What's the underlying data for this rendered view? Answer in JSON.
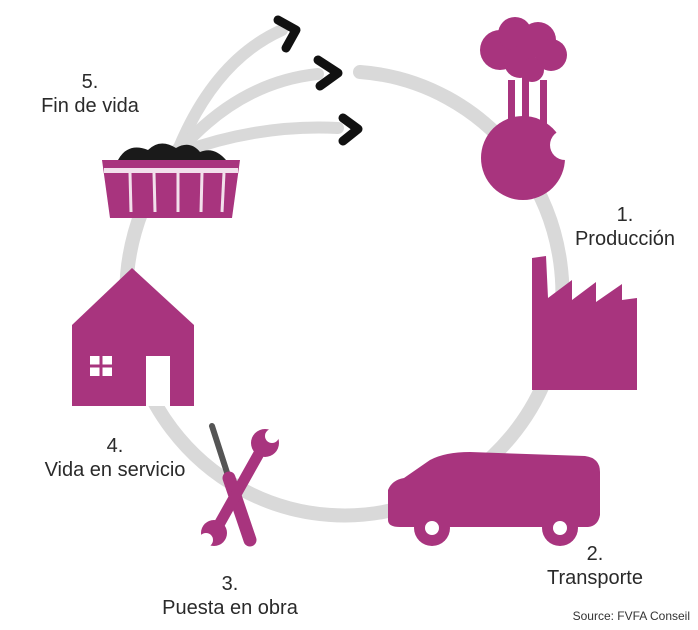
{
  "colors": {
    "accent": "#a8347e",
    "ring": "#d9d9d9",
    "arrowhead": "#111111",
    "text": "#2a2a2a"
  },
  "stages": [
    {
      "number": "1.",
      "name": "Producción",
      "icon": "tree-and-globe-icon"
    },
    {
      "number": "2.",
      "name": "Transporte",
      "icon": "van-icon"
    },
    {
      "number": "3.",
      "name": "Puesta en obra",
      "icon": "tools-icon"
    },
    {
      "number": "4.",
      "name": "Vida en servicio",
      "icon": "house-icon"
    },
    {
      "number": "5.",
      "name": "Fin de vida",
      "icon": "dumpster-icon"
    }
  ],
  "extra_icons": [
    "factory-icon"
  ],
  "source": "Source: FVFA Conseil"
}
